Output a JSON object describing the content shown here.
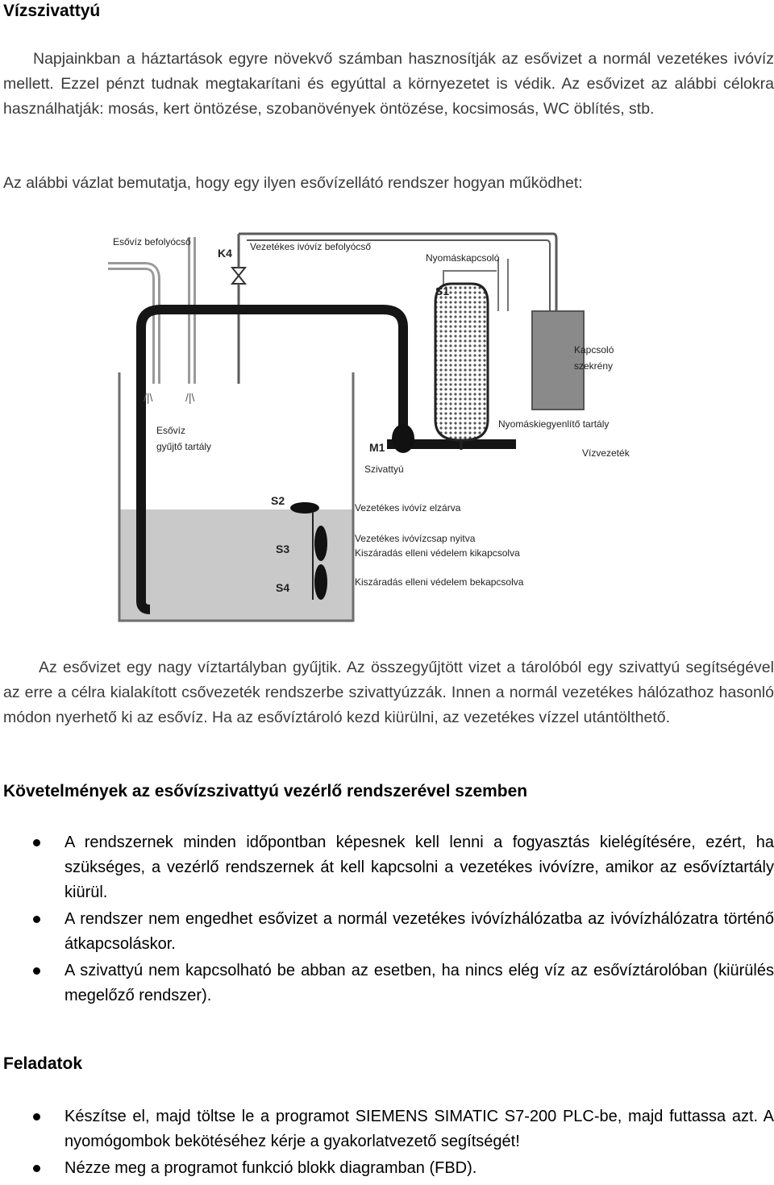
{
  "title": "Vízszivattyú",
  "intro": {
    "p1": "Napjainkban a háztartások egyre növekvő számban hasznosítják az esővizet a normál vezetékes ivóvíz mellett. Ezzel pénzt tudnak megtakarítani és egyúttal a környezetet is védik. Az esővizet az alábbi célokra használhatják: mosás, kert öntözése, szobanövények öntözése, kocsimosás, WC öblítés, stb.",
    "p2": "Az alábbi vázlat bemutatja, hogy egy ilyen esővízellátó rendszer hogyan működhet:"
  },
  "diagram": {
    "labels": {
      "rain_inlet": "Esővíz befolyócső",
      "k4": "K4",
      "mains_inlet": "Vezetékes ivóvíz befolyócső",
      "pressure_switch": "Nyomáskapcsoló",
      "s1": "S1",
      "control_box": [
        "Kapcsoló",
        "szekrény"
      ],
      "tank_name": [
        "Esővíz",
        "gyűjtő tartály"
      ],
      "pressure_vessel": "Nyomáskiegyenlítő tartály",
      "m1": "M1",
      "pump": "Szivattyú",
      "water_line": "Vízvezeték",
      "s2": "S2",
      "s3": "S3",
      "s4": "S4",
      "s2_desc": "Vezetékes ivóvíz elzárva",
      "s3_desc_1": "Vezetékes ivóvízcsap nyitva",
      "s3_desc_2": "Kiszáradás elleni védelem kikapcsolva",
      "s4_desc": "Kiszáradás elleni védelem bekapcsolva",
      "drip_marks": "/|\\"
    }
  },
  "body_text": {
    "p3": "Az esővizet egy nagy víztartályban gyűjtik. Az összegyűjtött vizet a tárolóból egy szivattyú segítségével az erre a célra kialakított csővezeték rendszerbe szivattyúzzák. Innen a normál vezetékes hálózathoz hasonló módon nyerhető ki az esővíz. Ha az esővíztároló kezd kiürülni, az vezetékes vízzel utántölthető."
  },
  "requirements": {
    "heading": "Követelmények az esővízszivattyú vezérlő rendszerével szemben",
    "items": [
      "A rendszernek minden időpontban képesnek kell lenni a fogyasztás kielégítésére, ezért, ha szükséges, a vezérlő rendszernek át kell kapcsolni a vezetékes ivóvízre, amikor az esővíztartály kiürül.",
      "A rendszer nem engedhet esővizet a normál vezetékes ivóvízhálózatba az ivóvízhálózatra történő átkapcsoláskor.",
      "A szivattyú nem kapcsolható be abban az esetben, ha nincs elég víz az esővíztárolóban (kiürülés megelőző rendszer)."
    ]
  },
  "tasks": {
    "heading": "Feladatok",
    "items": [
      "Készítse el, majd töltse le a programot SIEMENS SIMATIC S7-200 PLC-be, majd futtassa azt. A nyomógombok bekötéséhez kérje a gyakorlatvezető segítségét!",
      "Nézze meg a programot funkció blokk diagramban (FBD)."
    ]
  },
  "colors": {
    "text": "#000000",
    "water": "#c8c8c8",
    "pipe": "#111111",
    "box": "#7a7a7a"
  }
}
